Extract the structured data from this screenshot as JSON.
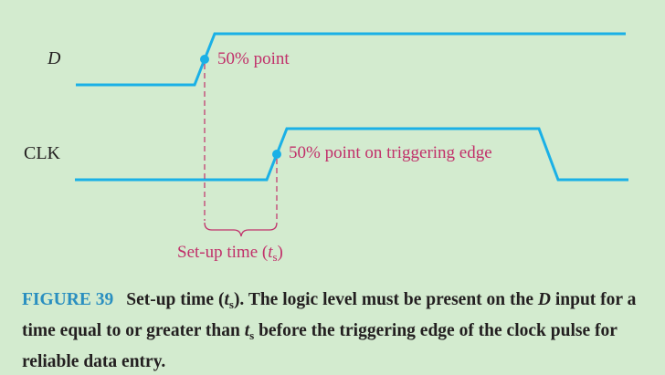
{
  "signals": {
    "d_label": "D",
    "clk_label": "CLK"
  },
  "annotations": {
    "d_point": "50% point",
    "clk_point": "50% point on triggering edge",
    "setup_prefix": "Set-up time (",
    "setup_var": "t",
    "setup_sub": "s",
    "setup_suffix": ")"
  },
  "caption": {
    "label": "FIGURE 39",
    "part1": "Set-up time (",
    "var1": "t",
    "sub1": "s",
    "part2": "). The logic level must be present on the ",
    "var2": "D",
    "part3": " input for a time equal to or greater than ",
    "var3": "t",
    "sub3": "s",
    "part4": " before the triggering edge of the clock pulse for reliable data entry."
  },
  "colors": {
    "waveform": "#1ab0e6",
    "annotation": "#c1306a",
    "caption_label": "#2a8fc0",
    "background": "#d3ebcf"
  }
}
